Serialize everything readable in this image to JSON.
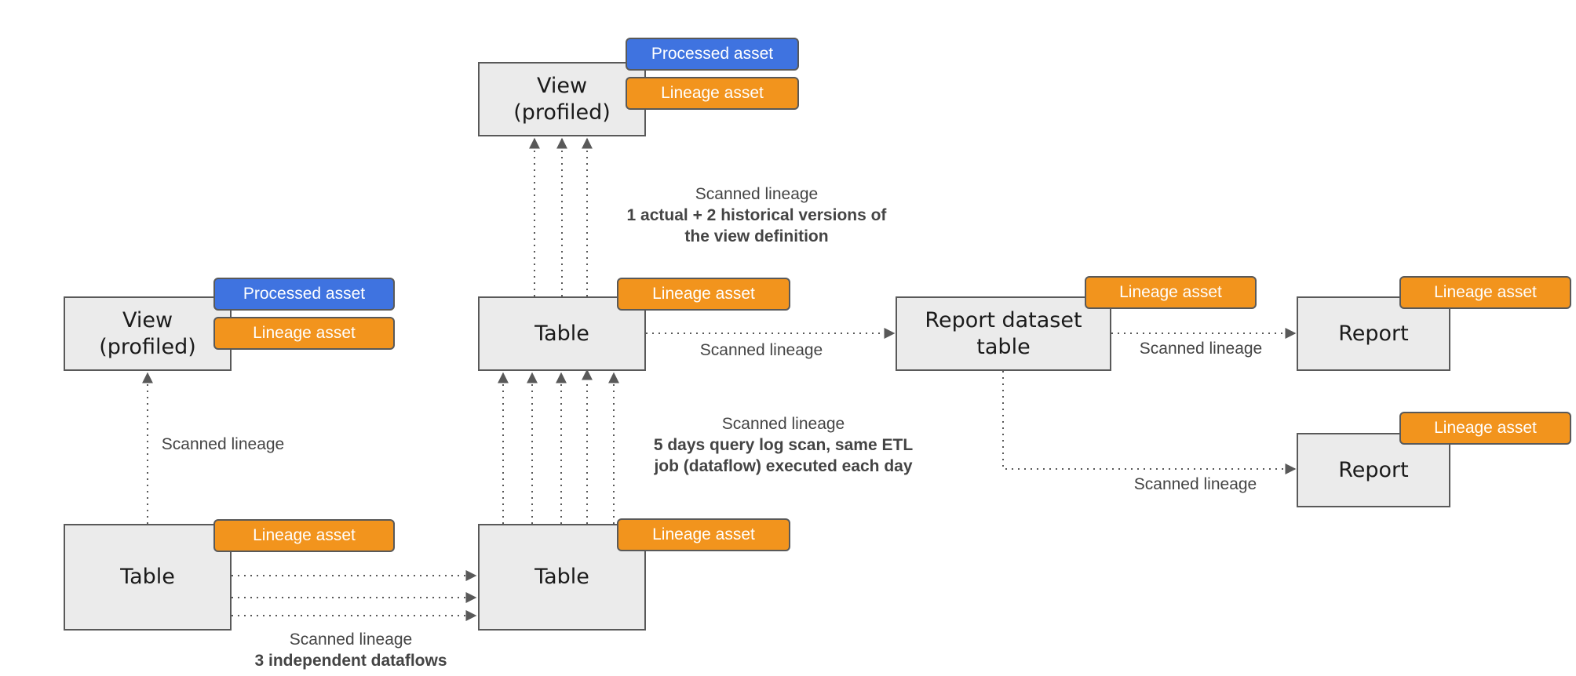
{
  "nodes": {
    "view_left": "View\n(profiled)",
    "view_top": "View\n(profiled)",
    "table_bottom_left": "Table",
    "table_bottom_center": "Table",
    "table_center": "Table",
    "report_dataset": "Report dataset\ntable",
    "report_top": "Report",
    "report_bottom": "Report"
  },
  "tags": {
    "processed": "Processed asset",
    "lineage": "Lineage asset"
  },
  "labels": {
    "scanned": "Scanned lineage",
    "view_versions": "1 actual + 2 historical versions of\nthe view definition",
    "query_log": "5 days query log scan, same ETL\njob (dataflow) executed each day",
    "dataflows": "3 independent dataflows"
  },
  "colors": {
    "processed": "#3f73e0",
    "lineage": "#f2941d",
    "node_fill": "#ebebeb",
    "edge": "#595959"
  }
}
